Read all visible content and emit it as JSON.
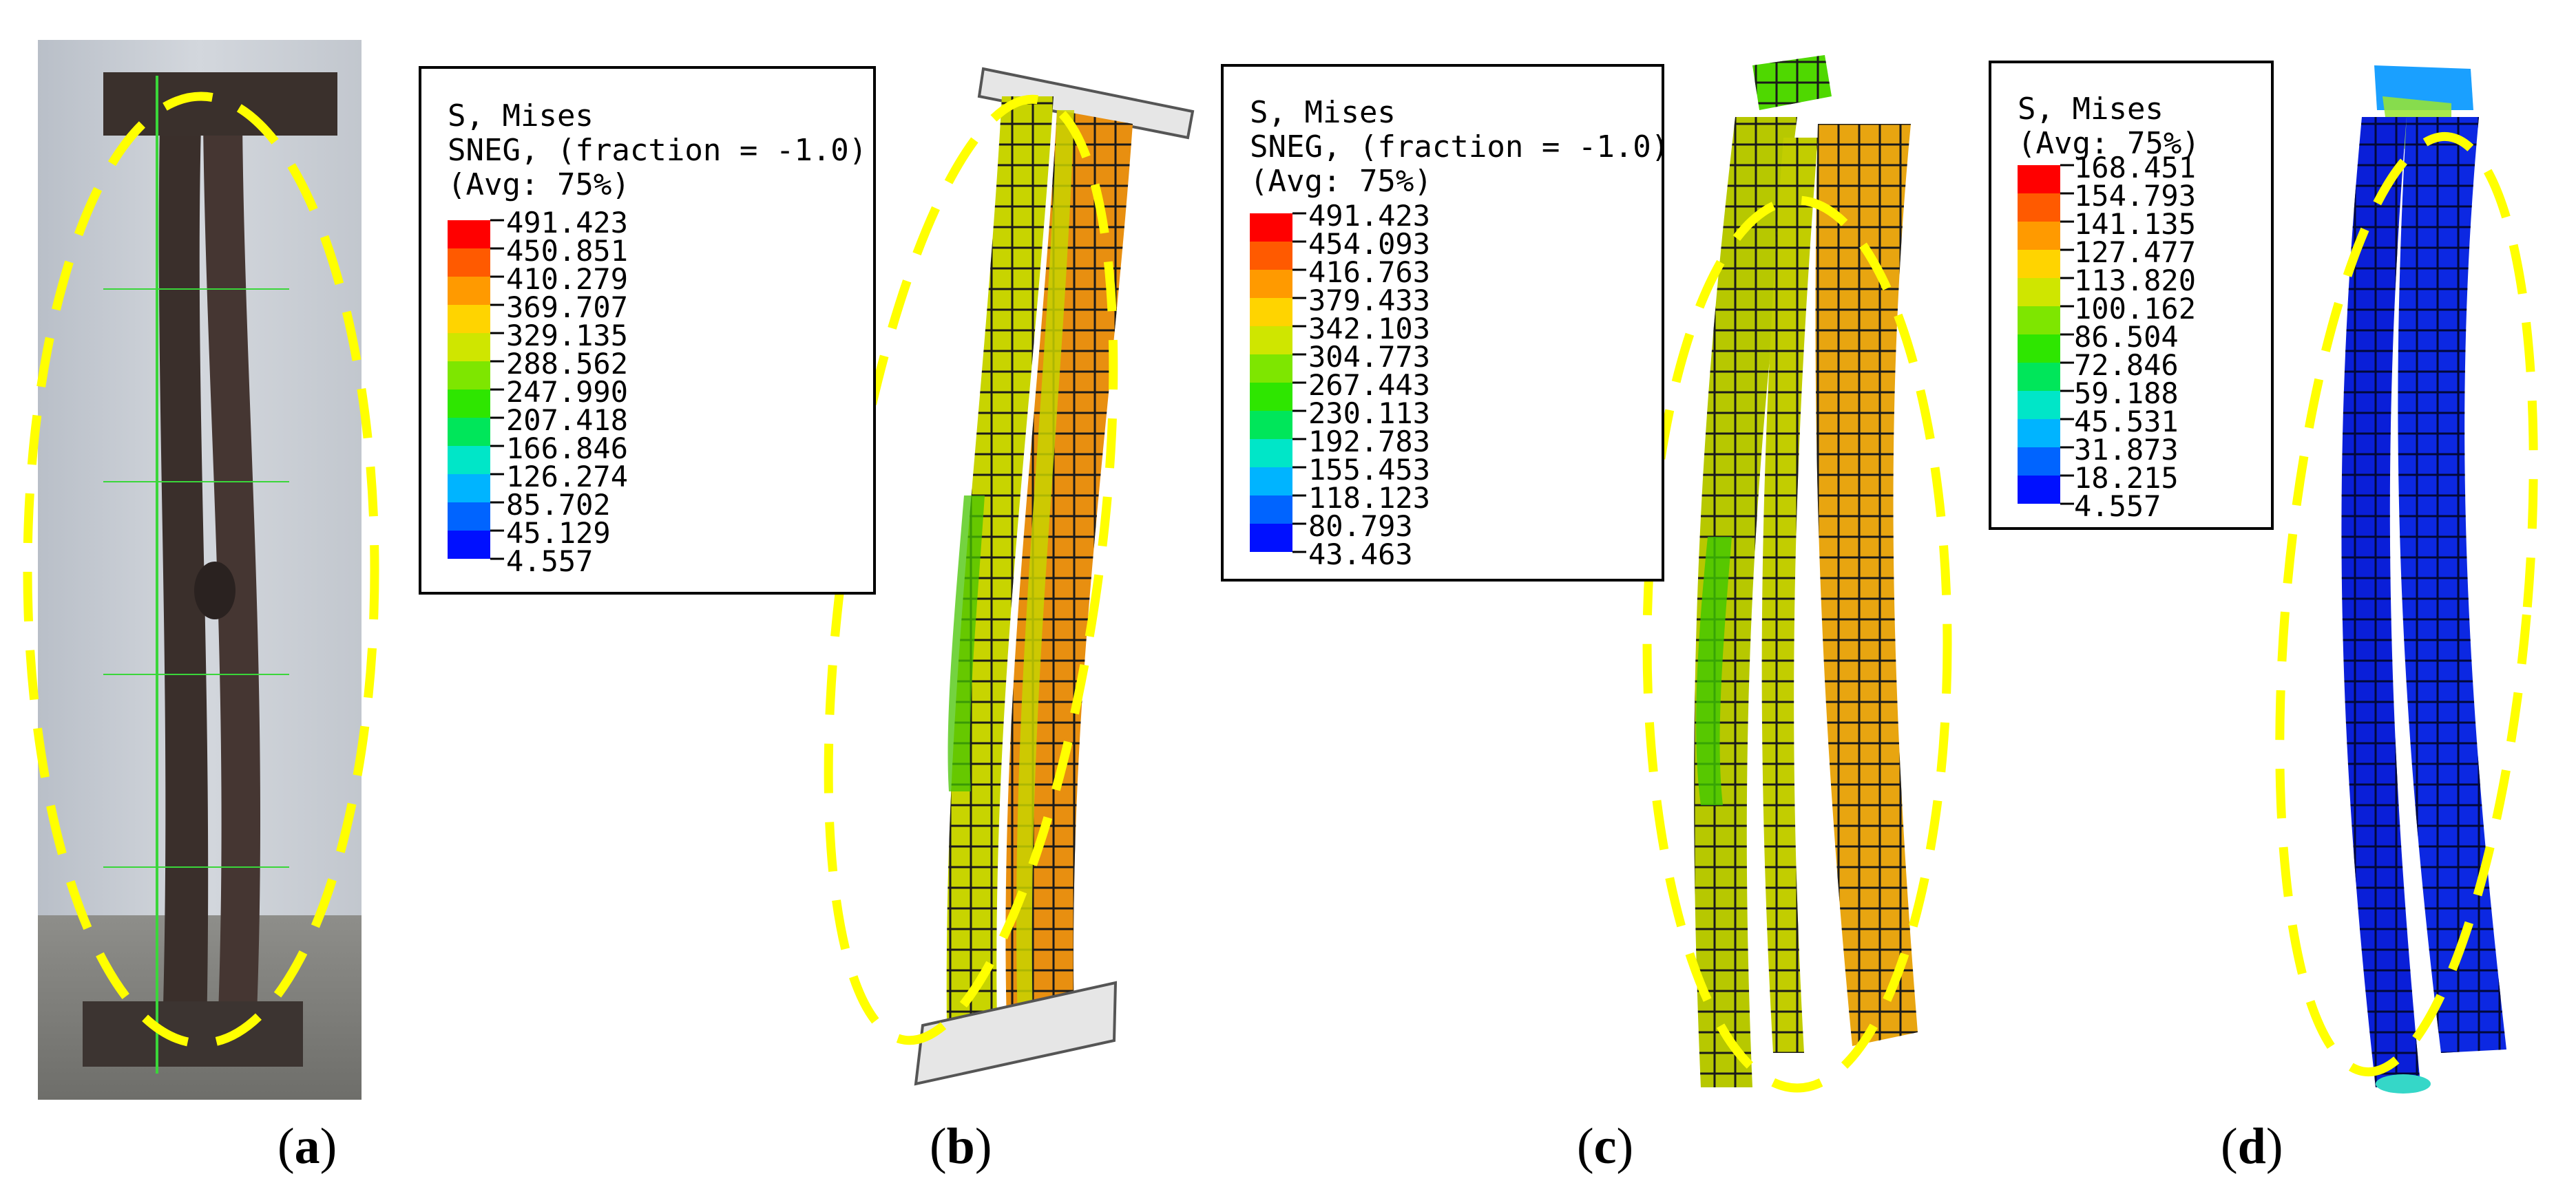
{
  "panels": [
    {
      "id": "a",
      "label": "a",
      "kind": "photo"
    },
    {
      "id": "b",
      "label": "b",
      "kind": "fem",
      "legend": {
        "title_lines": [
          "S, Mises",
          "SNEG, (fraction = -1.0)",
          "(Avg: 75%)"
        ],
        "values": [
          "491.423",
          "450.851",
          "410.279",
          "369.707",
          "329.135",
          "288.562",
          "247.990",
          "207.418",
          "166.846",
          "126.274",
          "85.702",
          "45.129",
          "4.557"
        ]
      }
    },
    {
      "id": "c",
      "label": "c",
      "kind": "fem",
      "legend": {
        "title_lines": [
          "S, Mises",
          "SNEG, (fraction = -1.0)",
          "(Avg: 75%)"
        ],
        "values": [
          "491.423",
          "454.093",
          "416.763",
          "379.433",
          "342.103",
          "304.773",
          "267.443",
          "230.113",
          "192.783",
          "155.453",
          "118.123",
          "80.793",
          "43.463"
        ]
      }
    },
    {
      "id": "d",
      "label": "d",
      "kind": "fem",
      "legend": {
        "title_lines": [
          "S, Mises",
          "(Avg: 75%)"
        ],
        "values": [
          "168.451",
          "154.793",
          "141.135",
          "127.477",
          "113.820",
          "100.162",
          "86.504",
          "72.846",
          "59.188",
          "45.531",
          "31.873",
          "18.215",
          "4.557"
        ]
      }
    }
  ],
  "colors": {
    "contour_scale": [
      "#ff0000",
      "#ff5a00",
      "#ff9a00",
      "#ffd400",
      "#cfe600",
      "#7ee600",
      "#2ee600",
      "#00e65a",
      "#00e6c8",
      "#00b4ff",
      "#0064ff",
      "#0010ff"
    ],
    "highlight_ellipse": "#ffff00",
    "column_b": "#c8d400",
    "column_c": "#b7c800",
    "column_d": "#0a1fd8"
  }
}
